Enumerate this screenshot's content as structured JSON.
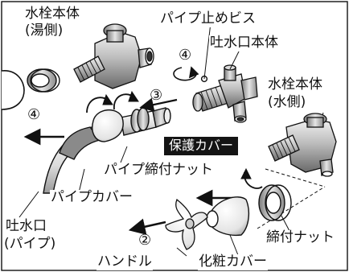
{
  "labels": {
    "faucet_body_hot_line1": "水栓本体",
    "faucet_body_hot_line2": "(湯側)",
    "pipe_stop_screw": "パイプ止めビス",
    "spout_body": "吐水口本体",
    "faucet_body_cold_line1": "水栓本体",
    "faucet_body_cold_line2": "(水側)",
    "protective_cover": "保護カバー",
    "pipe_tightening_nut": "パイプ締付ナット",
    "pipe_cover": "パイプカバー",
    "spout_pipe_line1": "吐水口",
    "spout_pipe_line2": "(パイプ)",
    "handle": "ハンドル",
    "tightening_nut": "締付ナット",
    "cosmetic_cover": "化粧カバー"
  },
  "step_numbers": {
    "step_4_top": "④",
    "step_4_left": "④",
    "step_3": "③",
    "step_2": "②"
  },
  "colors": {
    "ink": "#111111",
    "metal_light": "#d9d9d9",
    "metal_mid": "#a8a8a8",
    "metal_dark": "#6e6e6e",
    "callout_bg": "#141414",
    "callout_text": "#ffffff"
  }
}
